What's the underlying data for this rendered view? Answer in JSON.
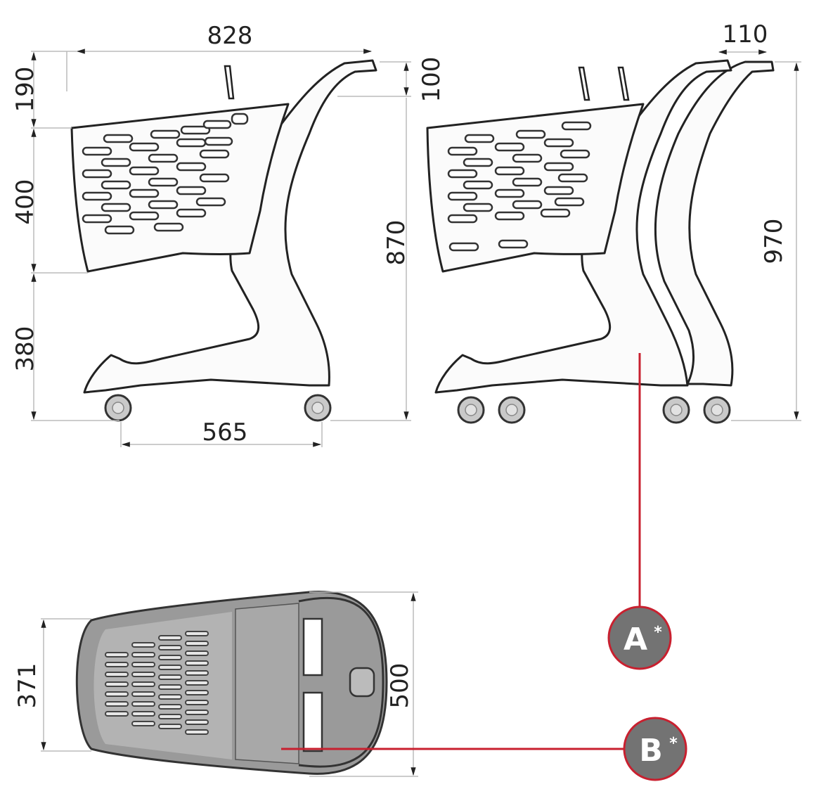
{
  "side_view": {
    "dimensions": {
      "overall_length": "828",
      "top_handle_height": "190",
      "basket_height": "400",
      "base_clearance": "380",
      "wheelbase": "565",
      "overall_height": "870",
      "handle_offset": "100"
    }
  },
  "nested_view": {
    "dimensions": {
      "nesting_offset": "110",
      "nested_height": "970"
    }
  },
  "top_view": {
    "dimensions": {
      "front_width": "371",
      "rear_width": "500"
    }
  },
  "callouts": [
    {
      "label": "A",
      "marker": "*",
      "target": "chassis-frame"
    },
    {
      "label": "B",
      "marker": "*",
      "target": "basket-rear-panel"
    }
  ],
  "colors": {
    "callout_line": "#c8202f",
    "callout_fill": "#737373",
    "outline": "#222222"
  }
}
